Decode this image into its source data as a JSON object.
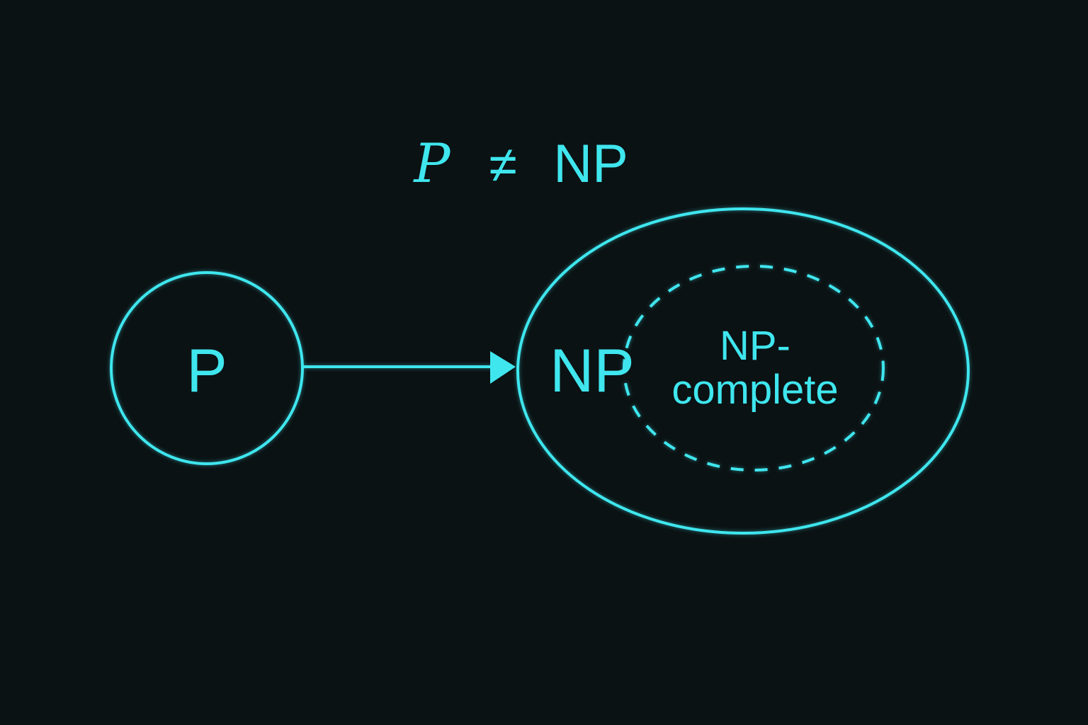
{
  "title": {
    "lhs": "P",
    "op": "≠",
    "rhs": "NP"
  },
  "nodes": {
    "p": {
      "label": "P"
    },
    "np": {
      "label": "NP"
    },
    "npc": {
      "line1": "NP-",
      "line2": "complete"
    }
  },
  "colors": {
    "background": "#0b1214",
    "accent": "#3fe6ee"
  }
}
